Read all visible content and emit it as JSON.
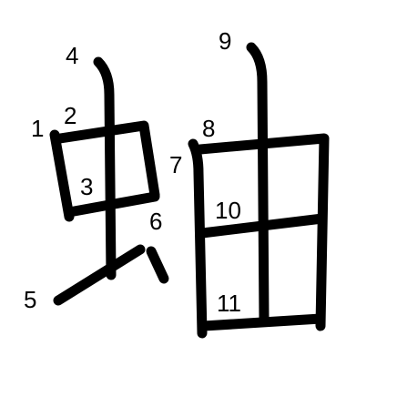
{
  "character": "蚰",
  "stroke_color": "#000000",
  "background_color": "#ffffff",
  "stroke_numbers": [
    "1",
    "2",
    "3",
    "4",
    "5",
    "6",
    "7",
    "8",
    "9",
    "10",
    "11"
  ]
}
